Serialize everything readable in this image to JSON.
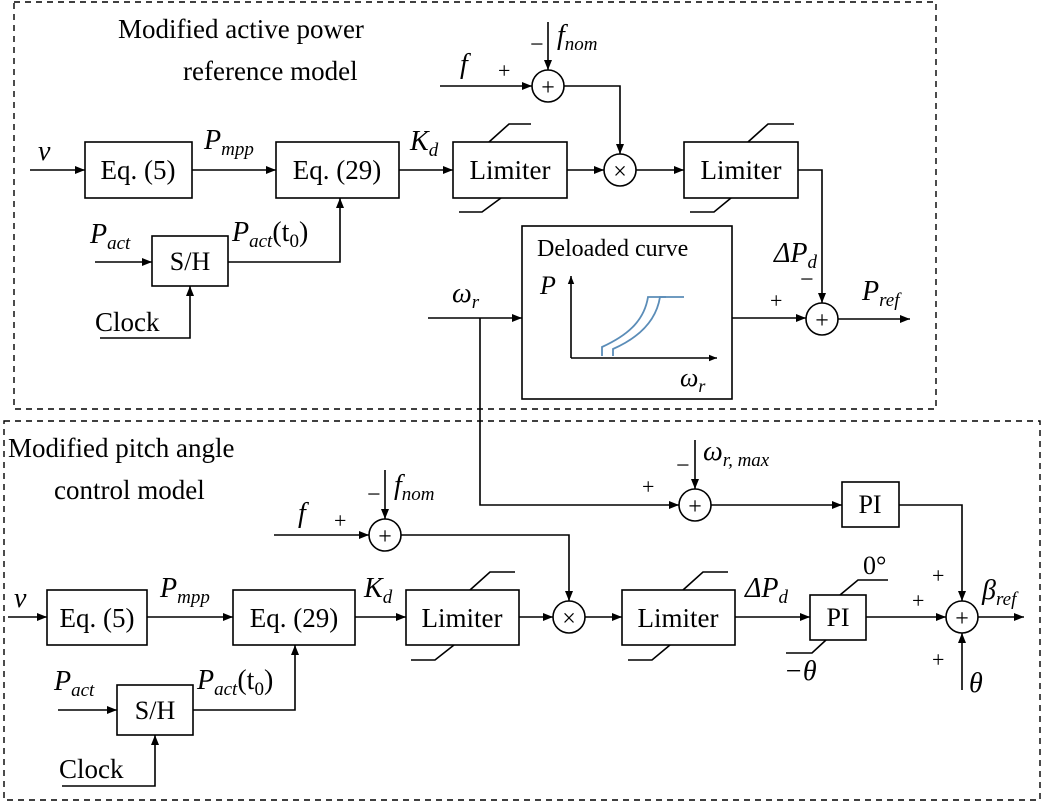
{
  "regions": {
    "top_title_line1": "Modified active power",
    "top_title_line2": "reference model",
    "bottom_title_line1": "Modified pitch angle",
    "bottom_title_line2": "control model"
  },
  "blocks": {
    "eq5": "Eq. (5)",
    "eq29": "Eq. (29)",
    "limiter": "Limiter",
    "sh": "S/H",
    "pi": "PI",
    "deloaded_title": "Deloaded curve"
  },
  "signals": {
    "v": "v",
    "f": "f",
    "f_nom_base": "f",
    "f_nom_sub": "nom",
    "p_mpp_base": "P",
    "p_mpp_sub": "mpp",
    "kd_base": "K",
    "kd_sub": "d",
    "p_act_base": "P",
    "p_act_sub": "act",
    "t0_open": "(t",
    "t0_sub": "0",
    "t0_close": ")",
    "clock": "Clock",
    "delta_pd_delta": "ΔP",
    "delta_pd_sub": "d",
    "omega": "ω",
    "omega_sub": "r",
    "omega_max_sub": "r, max",
    "p_ref_base": "P",
    "p_ref_sub": "ref",
    "beta_ref_base": "β",
    "beta_ref_sub": "ref",
    "theta": "θ",
    "neg_theta": "−θ",
    "zero_deg": "0°",
    "curve_axis_p": "P"
  },
  "operators": {
    "plus": "+",
    "minus": "−",
    "sum": "+",
    "mult": "×"
  }
}
